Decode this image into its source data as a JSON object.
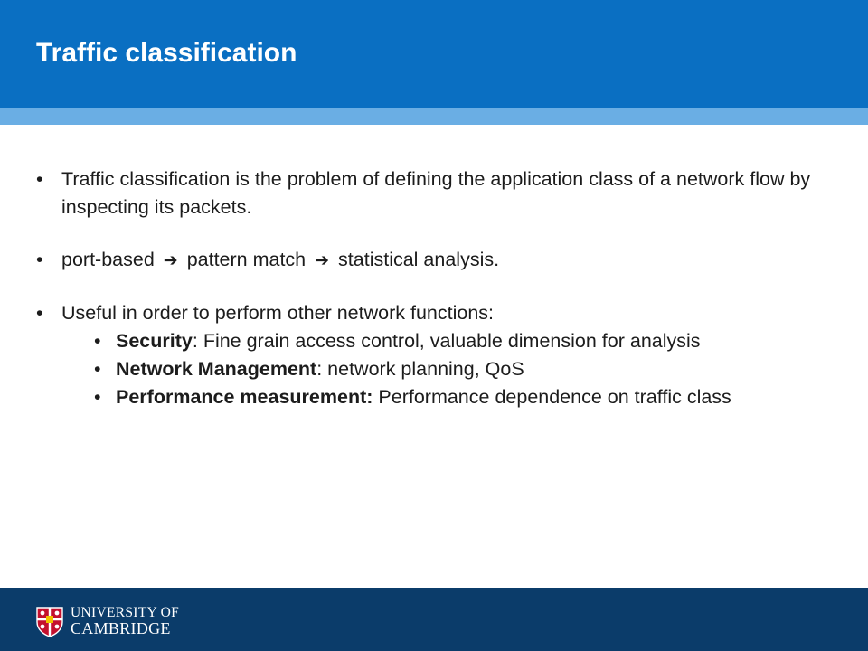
{
  "slide": {
    "title": "Traffic classification"
  },
  "content": {
    "item1": "Traffic classification is the problem of defining the application class of a network flow by inspecting its packets.",
    "item2": {
      "step1": "port-based",
      "step2": "pattern match",
      "step3": "statistical analysis.",
      "arrow_icon": "right-arrow-icon"
    },
    "item3": {
      "text": "Useful in order to perform other network functions:",
      "subitems": [
        {
          "label": "Security",
          "sep": ": ",
          "text": "Fine grain access control, valuable dimension for analysis"
        },
        {
          "label": "Network Management",
          "sep": ": ",
          "text": "network planning, QoS"
        },
        {
          "label": "Performance measurement:",
          "sep": " ",
          "text": "Performance dependence on traffic class"
        }
      ]
    }
  },
  "footer": {
    "logo_line1": "UNIVERSITY OF",
    "logo_line2": "CAMBRIDGE",
    "crest_icon": "university-crest-icon"
  },
  "colors": {
    "header": "#0a6fc2",
    "header_stripe": "#6aaee4",
    "footer": "#0b3c6a",
    "text": "#1c1c1c"
  }
}
